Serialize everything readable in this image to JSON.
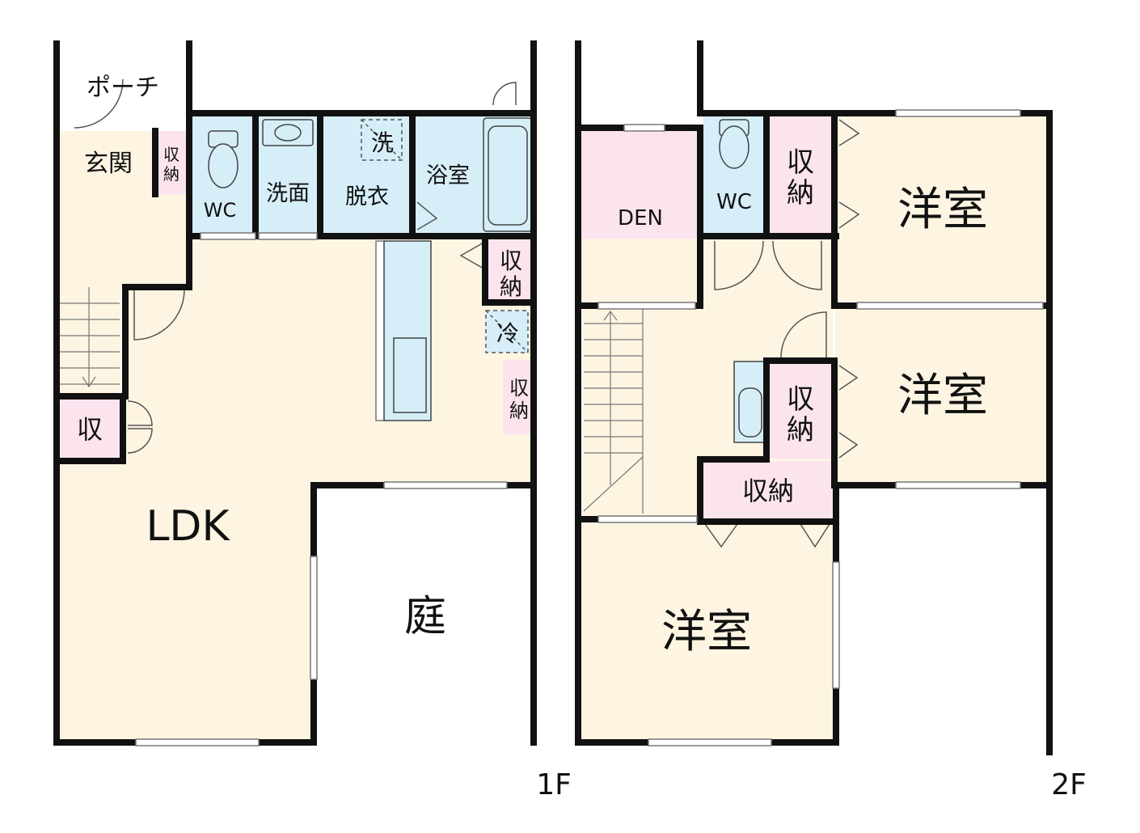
{
  "floors": {
    "first": {
      "label": "1F",
      "rooms": {
        "porch": "ポーチ",
        "entrance": "玄関",
        "entrance_storage": [
          "収",
          "納"
        ],
        "wc": "WC",
        "washroom": "洗面",
        "washer": "洗",
        "dressing": "脱衣",
        "bath": "浴室",
        "kitchen_storage": [
          "収",
          "納"
        ],
        "fridge": "冷",
        "ldk_storage_right": [
          "収",
          "納"
        ],
        "storage_small": "収",
        "ldk": "LDK",
        "garden": "庭"
      }
    },
    "second": {
      "label": "2F",
      "rooms": {
        "den": "DEN",
        "wc": "WC",
        "storage_1": [
          "収",
          "納"
        ],
        "western_1": "洋室",
        "storage_2": [
          "収",
          "納"
        ],
        "western_2": "洋室",
        "storage_3": "収納",
        "western_3": "洋室"
      }
    }
  },
  "colors": {
    "wood": "#fdf5e2",
    "pink": "#fce4ee",
    "water": "#d6eef8",
    "wall": "#111111"
  }
}
